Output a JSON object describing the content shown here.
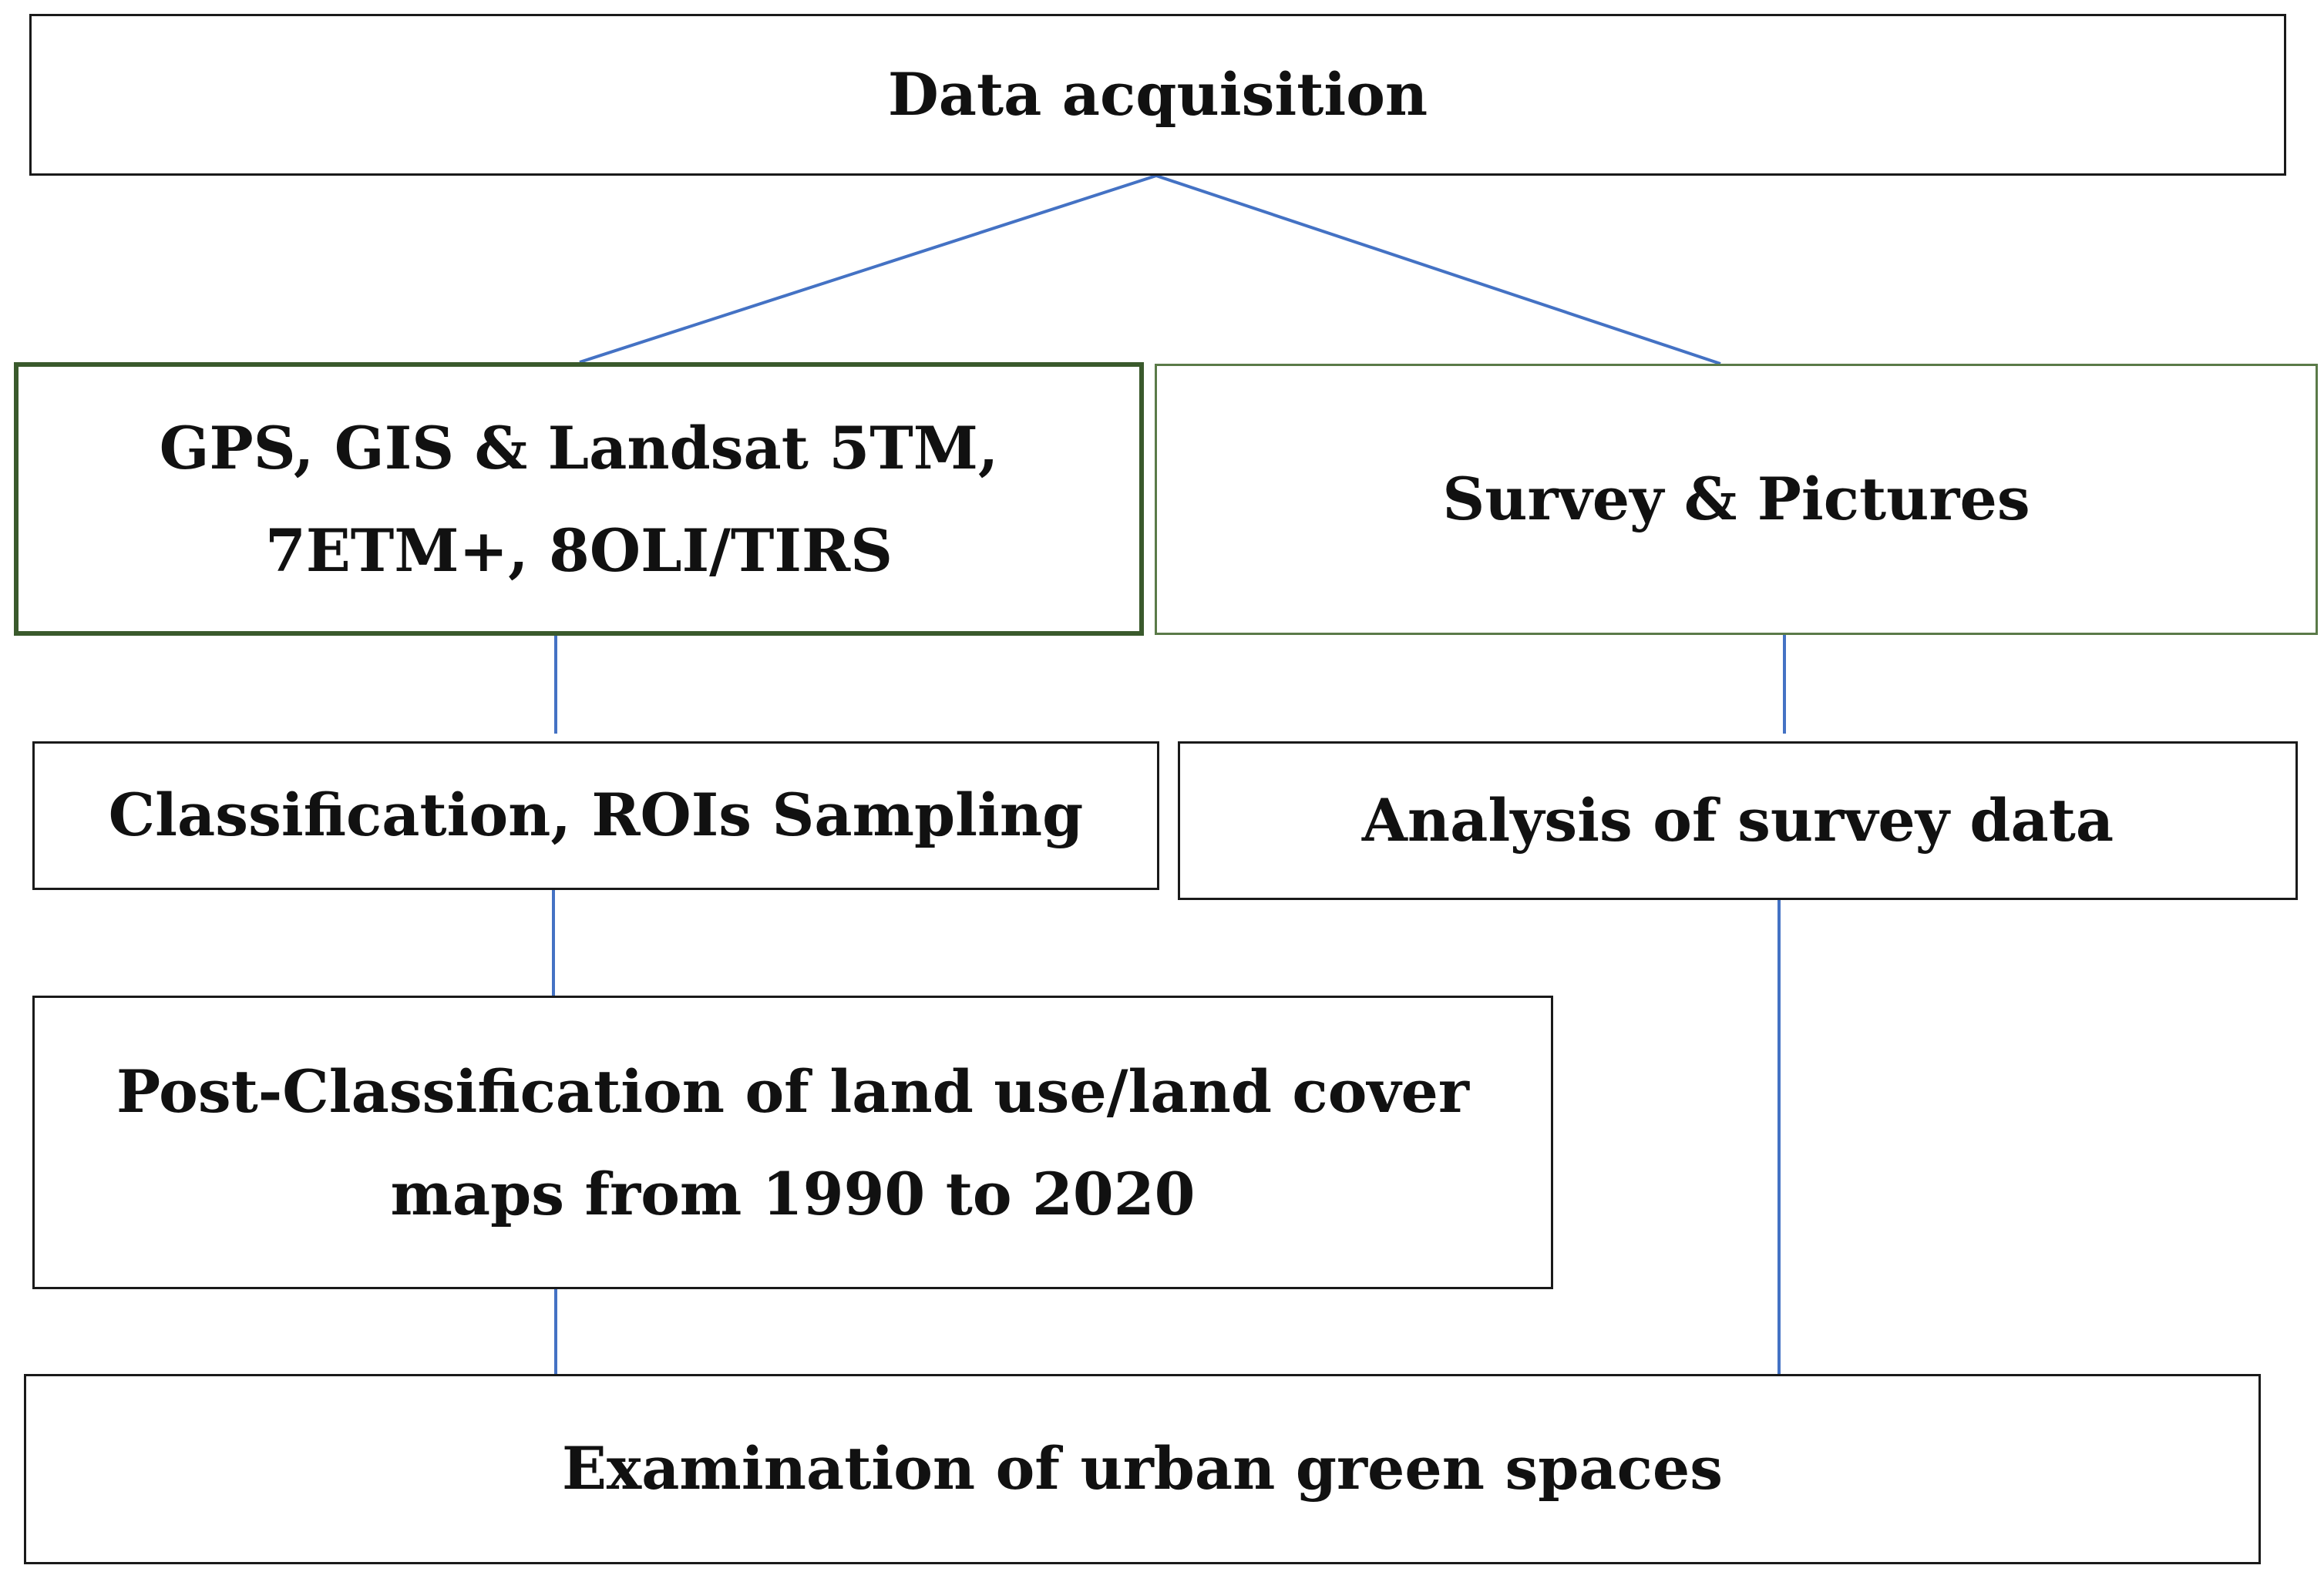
{
  "diagram": {
    "nodes": {
      "data_acquisition": "Data acquisition",
      "gps_gis_landsat": "GPS, GIS & Landsat 5TM, 7ETM+, 8OLI/TIRS",
      "survey_pictures": "Survey & Pictures",
      "classification": "Classification, ROIs Sampling",
      "analysis_survey": "Analysis of survey data",
      "post_classification": "Post-Classification of land use/land cover maps from 1990 to 2020",
      "examination": "Examination of urban green spaces"
    },
    "edges": [
      {
        "from": "data_acquisition",
        "to": "gps_gis_landsat"
      },
      {
        "from": "data_acquisition",
        "to": "survey_pictures"
      },
      {
        "from": "gps_gis_landsat",
        "to": "classification"
      },
      {
        "from": "survey_pictures",
        "to": "analysis_survey"
      },
      {
        "from": "classification",
        "to": "post_classification"
      },
      {
        "from": "post_classification",
        "to": "examination"
      },
      {
        "from": "analysis_survey",
        "to": "examination"
      }
    ],
    "colors": {
      "connector": "#4472c4",
      "box_border": "#1a1a1a",
      "source_box_border": "#3a5a2c",
      "text": "#111111"
    }
  }
}
